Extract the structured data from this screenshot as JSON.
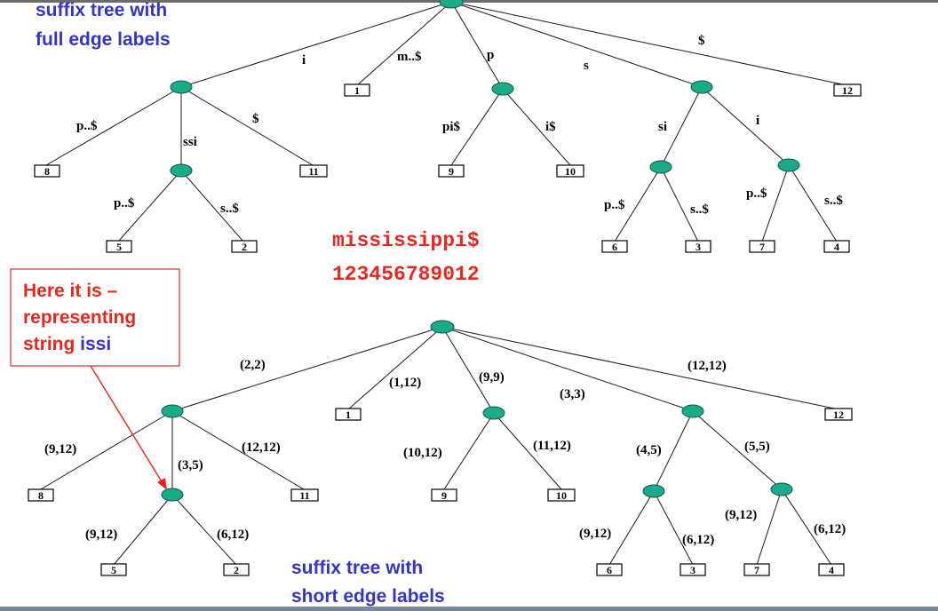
{
  "captions": {
    "top_line1": "suffix tree with",
    "top_line2": "full edge labels",
    "bottom_line1": "suffix tree with",
    "bottom_line2": "short edge labels"
  },
  "string": {
    "text": "mississippi$",
    "indices": "123456789012"
  },
  "callout": {
    "line1": "Here it is –",
    "line2": "representing",
    "line3_prefix": "string ",
    "line3_highlight": "issi"
  },
  "colors": {
    "node": "#1aab8a",
    "caption": "#3535c8",
    "highlight": "#e8281e"
  },
  "top_tree": {
    "edge_labels": {
      "root_i": "i",
      "root_m": "m..$",
      "root_p": "p",
      "root_s": "s",
      "root_dollar": "$",
      "i_p": "p..$",
      "i_ssi": "ssi",
      "i_dollar": "$",
      "ssi_p": "p..$",
      "ssi_s": "s..$",
      "p_pi": "pi$",
      "p_i": "i$",
      "s_si": "si",
      "s_i": "i",
      "si_p": "p..$",
      "si_s": "s..$",
      "si2_p": "p..$",
      "si2_s": "s..$"
    },
    "leaves": {
      "l1": "1",
      "l12": "12",
      "l8": "8",
      "l11": "11",
      "l5": "5",
      "l2": "2",
      "l9": "9",
      "l10": "10",
      "l6": "6",
      "l3": "3",
      "l7": "7",
      "l4": "4"
    }
  },
  "bottom_tree": {
    "edge_labels": {
      "root_i": "(2,2)",
      "root_m": "(1,12)",
      "root_p": "(9,9)",
      "root_s": "(3,3)",
      "root_dollar": "(12,12)",
      "i_p": "(9,12)",
      "i_ssi": "(3,5)",
      "i_dollar": "(12,12)",
      "ssi_p": "(9,12)",
      "ssi_s": "(6,12)",
      "p_pi": "(10,12)",
      "p_i": "(11,12)",
      "s_si": "(4,5)",
      "s_i": "(5,5)",
      "si_p": "(9,12)",
      "si_s": "(6,12)",
      "si2_p": "(9,12)",
      "si2_s": "(6,12)"
    },
    "leaves": {
      "l1": "1",
      "l12": "12",
      "l8": "8",
      "l11": "11",
      "l5": "5",
      "l2": "2",
      "l9": "9",
      "l10": "10",
      "l6": "6",
      "l3": "3",
      "l7": "7",
      "l4": "4"
    }
  }
}
